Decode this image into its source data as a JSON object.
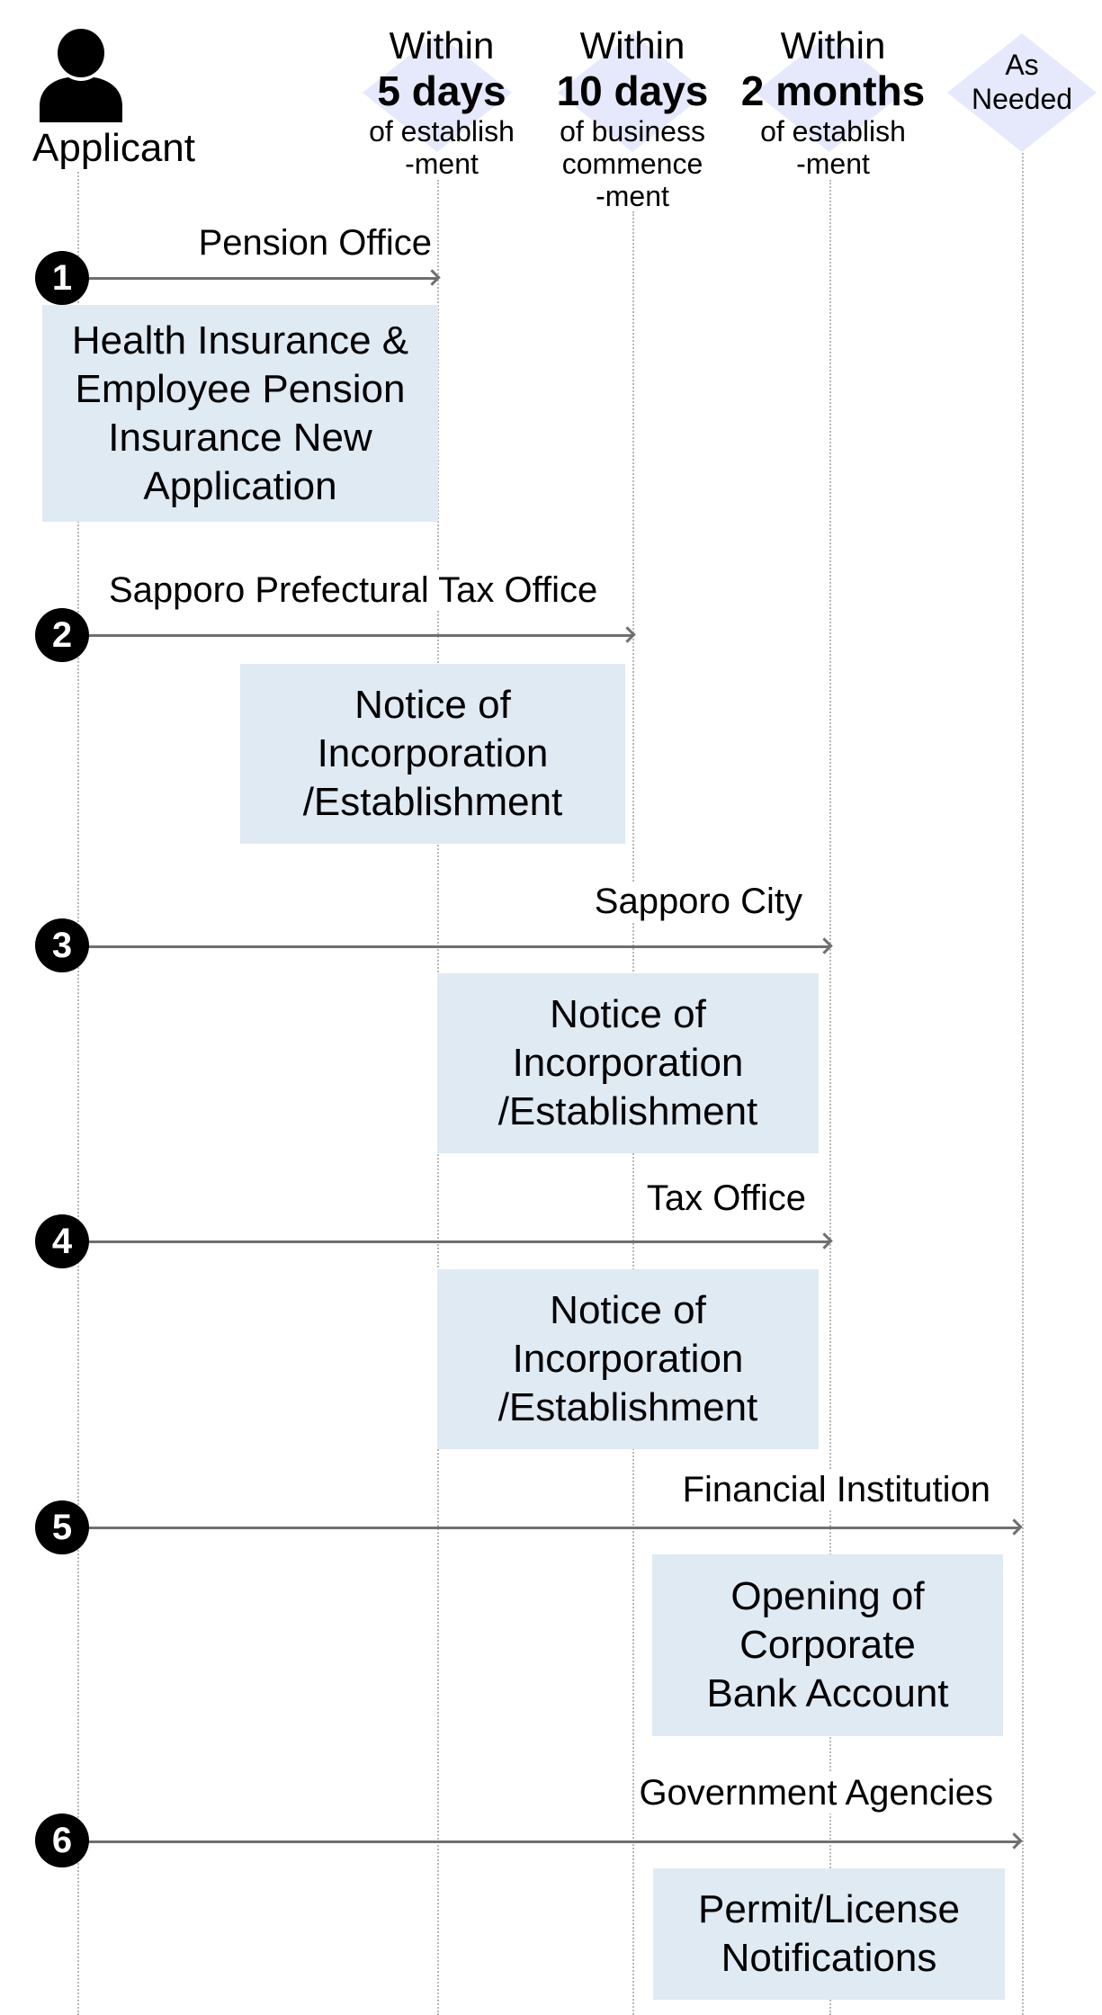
{
  "actor": {
    "label": "Applicant",
    "icon": "person-icon"
  },
  "deadlines": [
    {
      "top": "Within",
      "bold": "5 days",
      "sub": [
        "of establish",
        "-ment"
      ]
    },
    {
      "top": "Within",
      "bold": "10 days",
      "sub": [
        "of business",
        "commence",
        "-ment"
      ]
    },
    {
      "top": "Within",
      "bold": "2 months",
      "sub": [
        "of establish",
        "-ment"
      ]
    },
    {
      "top": "As",
      "bold": "",
      "sub": [
        "Needed"
      ]
    }
  ],
  "steps": [
    {
      "number": "1",
      "destination": "Pension Office",
      "document": [
        "Health Insurance &",
        "Employee Pension",
        "Insurance New",
        "Application"
      ]
    },
    {
      "number": "2",
      "destination": "Sapporo Prefectural Tax Office",
      "document": [
        "Notice of",
        "Incorporation",
        "/Establishment"
      ]
    },
    {
      "number": "3",
      "destination": "Sapporo City",
      "document": [
        "Notice of",
        "Incorporation",
        "/Establishment"
      ]
    },
    {
      "number": "4",
      "destination": "Tax Office",
      "document": [
        "Notice of",
        "Incorporation",
        "/Establishment"
      ]
    },
    {
      "number": "5",
      "destination": "Financial Institution",
      "document": [
        "Opening of",
        "Corporate",
        "Bank Account"
      ]
    },
    {
      "number": "6",
      "destination": "Government Agencies",
      "document": [
        "Permit/License",
        "Notifications"
      ]
    }
  ],
  "colors": {
    "box": "#dfeaf3",
    "diamond": "#e6e8fb",
    "arrow": "#6f6f6f",
    "lifeline": "#b8b8b8"
  }
}
